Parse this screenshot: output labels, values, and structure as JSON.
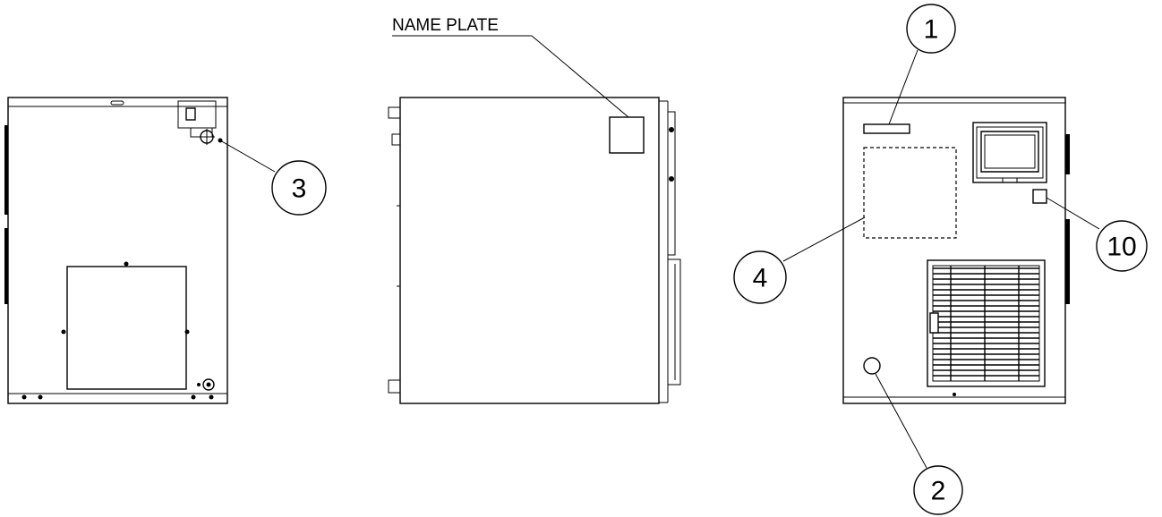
{
  "name_plate_label": "NAME PLATE",
  "callouts": {
    "c1": "1",
    "c2": "2",
    "c3": "3",
    "c4": "4",
    "c10": "10"
  }
}
